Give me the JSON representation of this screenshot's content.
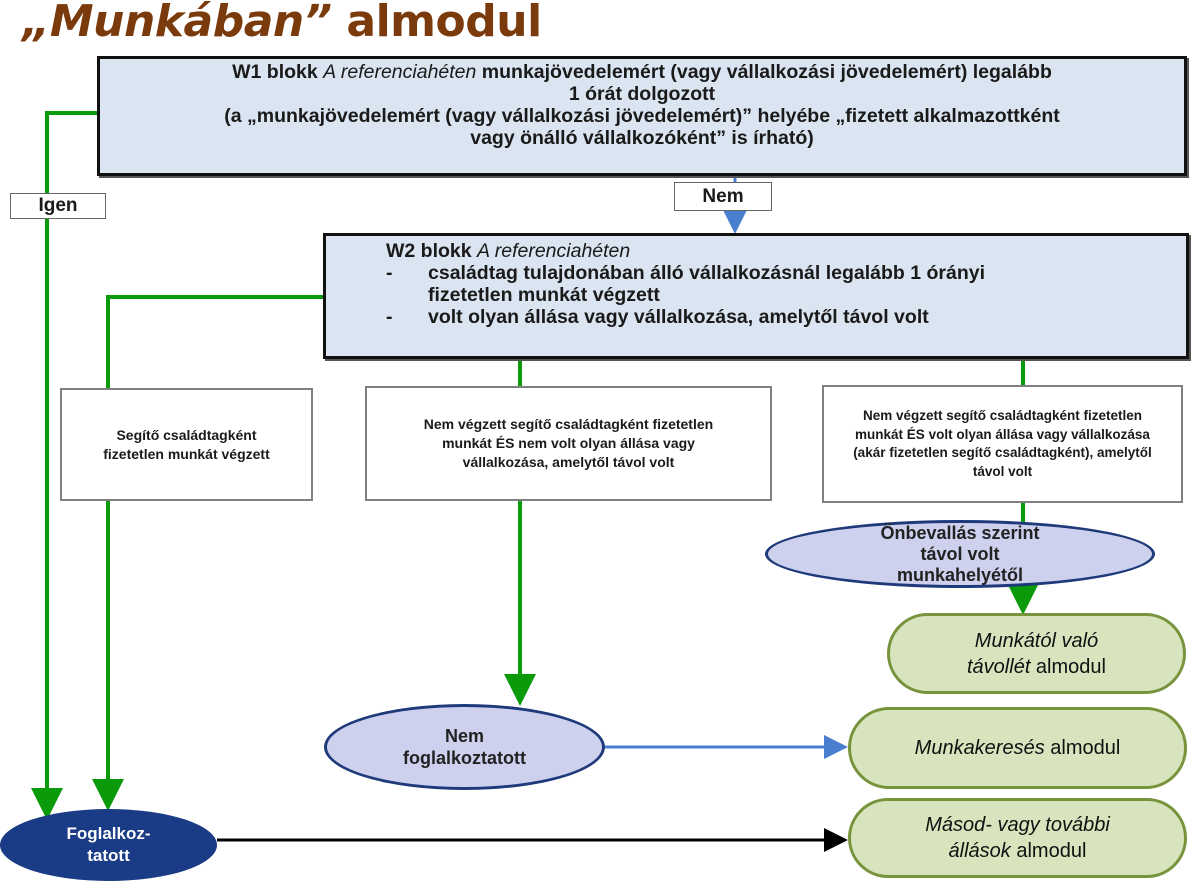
{
  "title": {
    "quoted": "„Munkában”",
    "rest": " almodul"
  },
  "colors": {
    "title": "#7a3a0c",
    "block_fill": "#dbe5f1",
    "yes_line": "#0a9a0a",
    "no_line": "#4a7fd0",
    "ellipse_fill": "#cdd1ee",
    "ellipse_border": "#1f3a7a",
    "employed_fill": "#1a3b86",
    "module_fill": "#d7e4bd",
    "module_border": "#77933c"
  },
  "w1": {
    "label": "W1 blokk ",
    "italic": "A referenciahéten",
    "line1_rest": " munkajövedelemért (vagy vállalkozási jövedelemért) legalább",
    "line2": "1 órát dolgozott",
    "line3": "(a „munkajövedelemért (vagy vállalkozási jövedelemért)” helyébe „fizetett alkalmazottként",
    "line4": "vagy önálló vállalkozóként” is írható)"
  },
  "labels": {
    "yes": "Igen",
    "no": "Nem"
  },
  "w2": {
    "label": "W2 blokk ",
    "italic": "A referenciahéten",
    "items": [
      {
        "dash": "-",
        "line1": "családtag tulajdonában álló vállalkozásnál legalább 1 órányi",
        "line2": "fizetetlen munkát végzett"
      },
      {
        "dash": "-",
        "line1": "volt olyan állása vagy vállalkozása, amelytől távol volt"
      }
    ]
  },
  "boxes": {
    "helper": "Segítő családtagként fizetetlen munkát végzett",
    "not_working": "Nem végzett segítő családtagként fizetetlen munkát ÉS nem volt olyan állása vagy vállalkozása, amelytől távol volt",
    "absent": "Nem végzett segítő családtagként fizetetlen munkát ÉS volt olyan állása vagy vállalkozása (akár fizetetlen segítő családtagként), amelytől távol volt"
  },
  "ellipses": {
    "self_report": "Önbevallás szerint távol volt munkahelyétől",
    "unemployed_l1": "Nem",
    "unemployed_l2": "foglalkoztatott",
    "employed_l1": "Foglalkoz-",
    "employed_l2": "tatott"
  },
  "modules": {
    "absence": {
      "italic1": "Munkától való",
      "italic2": "távollét",
      "rest": " almodul"
    },
    "jobsearch": {
      "italic": "Munkakeresés",
      "rest": " almodul"
    },
    "second": {
      "italic1": "Másod- vagy további",
      "italic2": "állások",
      "rest": " almodul"
    }
  }
}
